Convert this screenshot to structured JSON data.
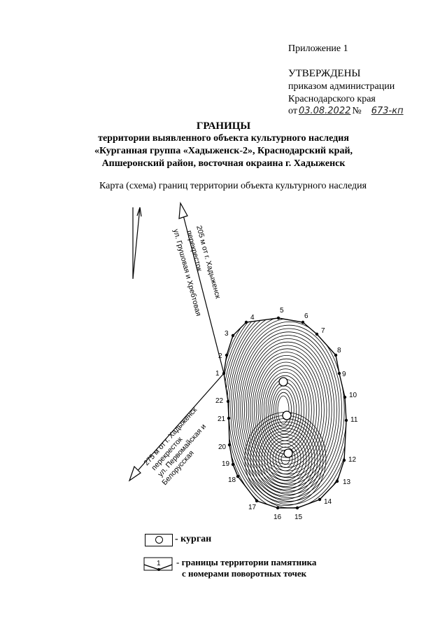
{
  "header": {
    "appendix": "Приложение 1",
    "approved": "УТВЕРЖДЕНЫ",
    "line1": "приказом администрации",
    "line2": "Краснодарского края",
    "from_label": "от",
    "date": "03.08.2022",
    "number_label": "№",
    "number": "673-кп"
  },
  "title": {
    "main": "ГРАНИЦЫ",
    "line1": "территории выявленного объекта культурного наследия",
    "line2": "«Курганная группа «Хадыженск-2», Краснодарский край,",
    "line3": "Апшеронский район, восточная окраина г. Хадыженск"
  },
  "map": {
    "caption": "Карта (схема) границ территории объекта культурного наследия",
    "ref_north": [
      "205 м от г. Хадыженск",
      "перекресток",
      "ул. Грушовая и Хребтовая"
    ],
    "ref_south": [
      "275 м от г. Хадыженск",
      "перекресток",
      "ул. Первомайская и",
      "Белорусская"
    ],
    "points": [
      "1",
      "2",
      "3",
      "4",
      "5",
      "6",
      "7",
      "8",
      "9",
      "10",
      "11",
      "12",
      "13",
      "14",
      "15",
      "16",
      "17",
      "18",
      "19",
      "20",
      "21",
      "22"
    ]
  },
  "legend": {
    "mound": "- курган",
    "boundary_num": "1",
    "boundary_line1": "- границы территории памятника",
    "boundary_line2": "с номерами поворотных точек"
  }
}
